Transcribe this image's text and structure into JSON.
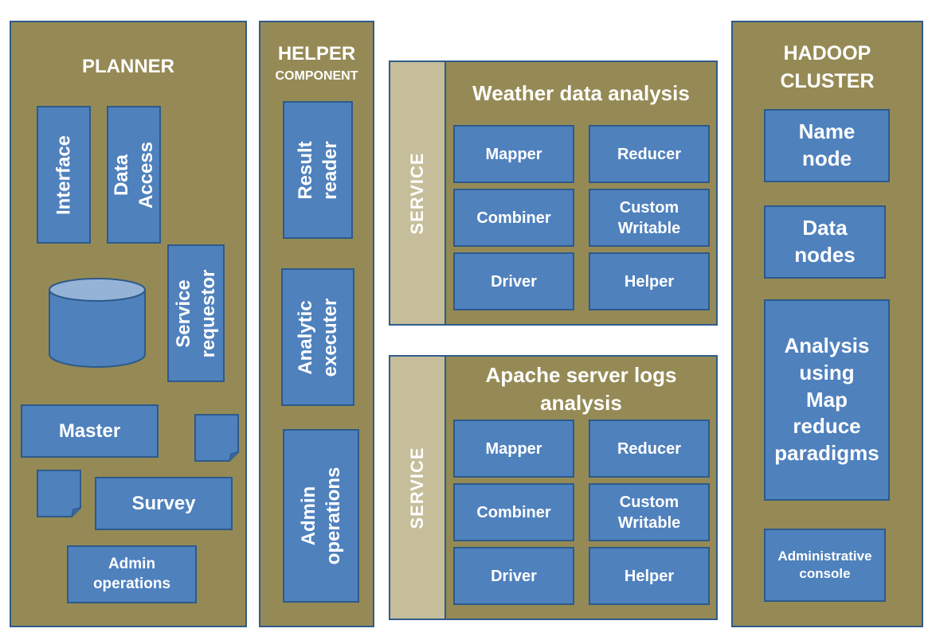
{
  "planner": {
    "title": "PLANNER",
    "interface": "Interface",
    "data_access": "Data\nAccess",
    "service_requestor": "Service\nrequestor",
    "master": "Master",
    "survey": "Survey",
    "admin_operations": "Admin\noperations"
  },
  "helper": {
    "title": "HELPER",
    "subtitle": "COMPONENT",
    "result_reader": "Result\nreader",
    "analytic_executer": "Analytic\nexecuter",
    "admin_operations": "Admin\noperations"
  },
  "service_weather": {
    "service_label": "SERVICE",
    "title": "Weather data analysis",
    "mapper": "Mapper",
    "reducer": "Reducer",
    "combiner": "Combiner",
    "custom_writable": "Custom\nWritable",
    "driver": "Driver",
    "helper": "Helper"
  },
  "service_apache": {
    "service_label": "SERVICE",
    "title": "Apache server logs\nanalysis",
    "mapper": "Mapper",
    "reducer": "Reducer",
    "combiner": "Combiner",
    "custom_writable": "Custom\nWritable",
    "driver": "Driver",
    "helper": "Helper"
  },
  "hadoop": {
    "title": "HADOOP\nCLUSTER",
    "name_node": "Name\nnode",
    "data_nodes": "Data\nnodes",
    "analysis": "Analysis\nusing\nMap\nreduce\nparadigms",
    "admin_console": "Administrative\nconsole"
  },
  "colors": {
    "panel_fill": "#958a55",
    "panel_border": "#2f5b8c",
    "box_fill": "#4f81bd",
    "service_bar": "#c6be9a",
    "database_fill": "#4f81bd",
    "database_top": "#95b3d7"
  },
  "icons": {
    "database": "database-cylinder-icon",
    "document": "document-icon"
  }
}
